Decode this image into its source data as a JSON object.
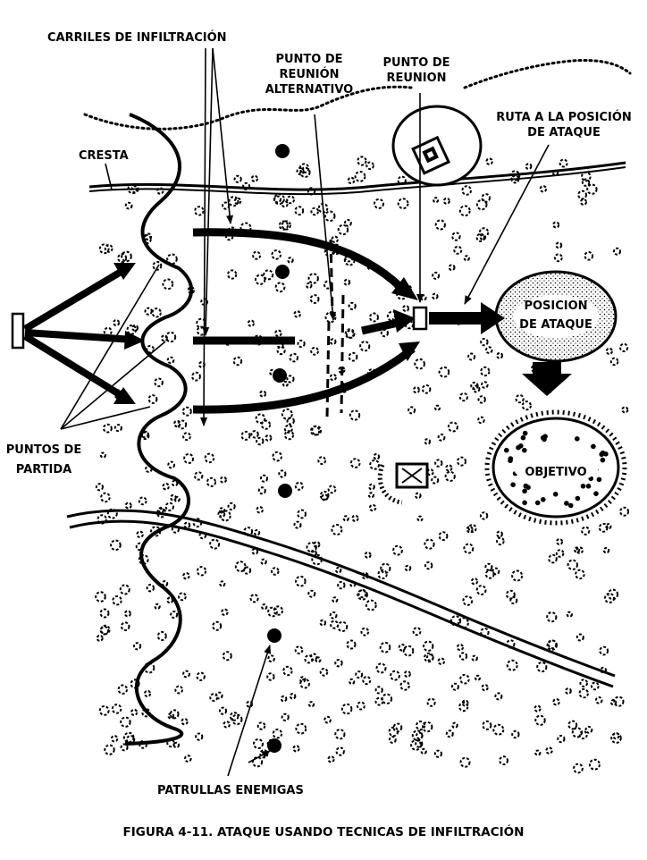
{
  "labels": {
    "infiltration_lanes": "CARRILES DE INFILTRACIÓN",
    "alt_rally_point": "PUNTO DE REUNIÓN ALTERNATIVO",
    "rally_point": "PUNTO DE REUNION",
    "route_to_attack_position": "RUTA A LA POSICIÓN DE ATAQUE",
    "ridge": "CRESTA",
    "attack_position": "POSICION DE ATAQUE",
    "objective": "OBJETIVO",
    "departure_points": "PUNTOS DE PARTIDA",
    "enemy_patrols": "PATRULLAS ENEMIGAS"
  },
  "label_lines": {
    "alt_rally_point": [
      "PUNTO DE",
      "REUNIÓN",
      "ALTERNATIVO"
    ],
    "rally_point": [
      "PUNTO DE",
      "REUNION"
    ],
    "route_to_attack_position": [
      "RUTA A LA POSICIÓN",
      "DE ATAQUE"
    ],
    "attack_position": [
      "POSICION",
      "DE ATAQUE"
    ],
    "departure_points": [
      "PUNTOS DE",
      "PARTIDA"
    ]
  },
  "caption": "FIGURA 4-11. ATAQUE USANDO TECNICAS DE INFILTRACIÓN",
  "colors": {
    "ink": "#000000",
    "paper": "#ffffff"
  }
}
